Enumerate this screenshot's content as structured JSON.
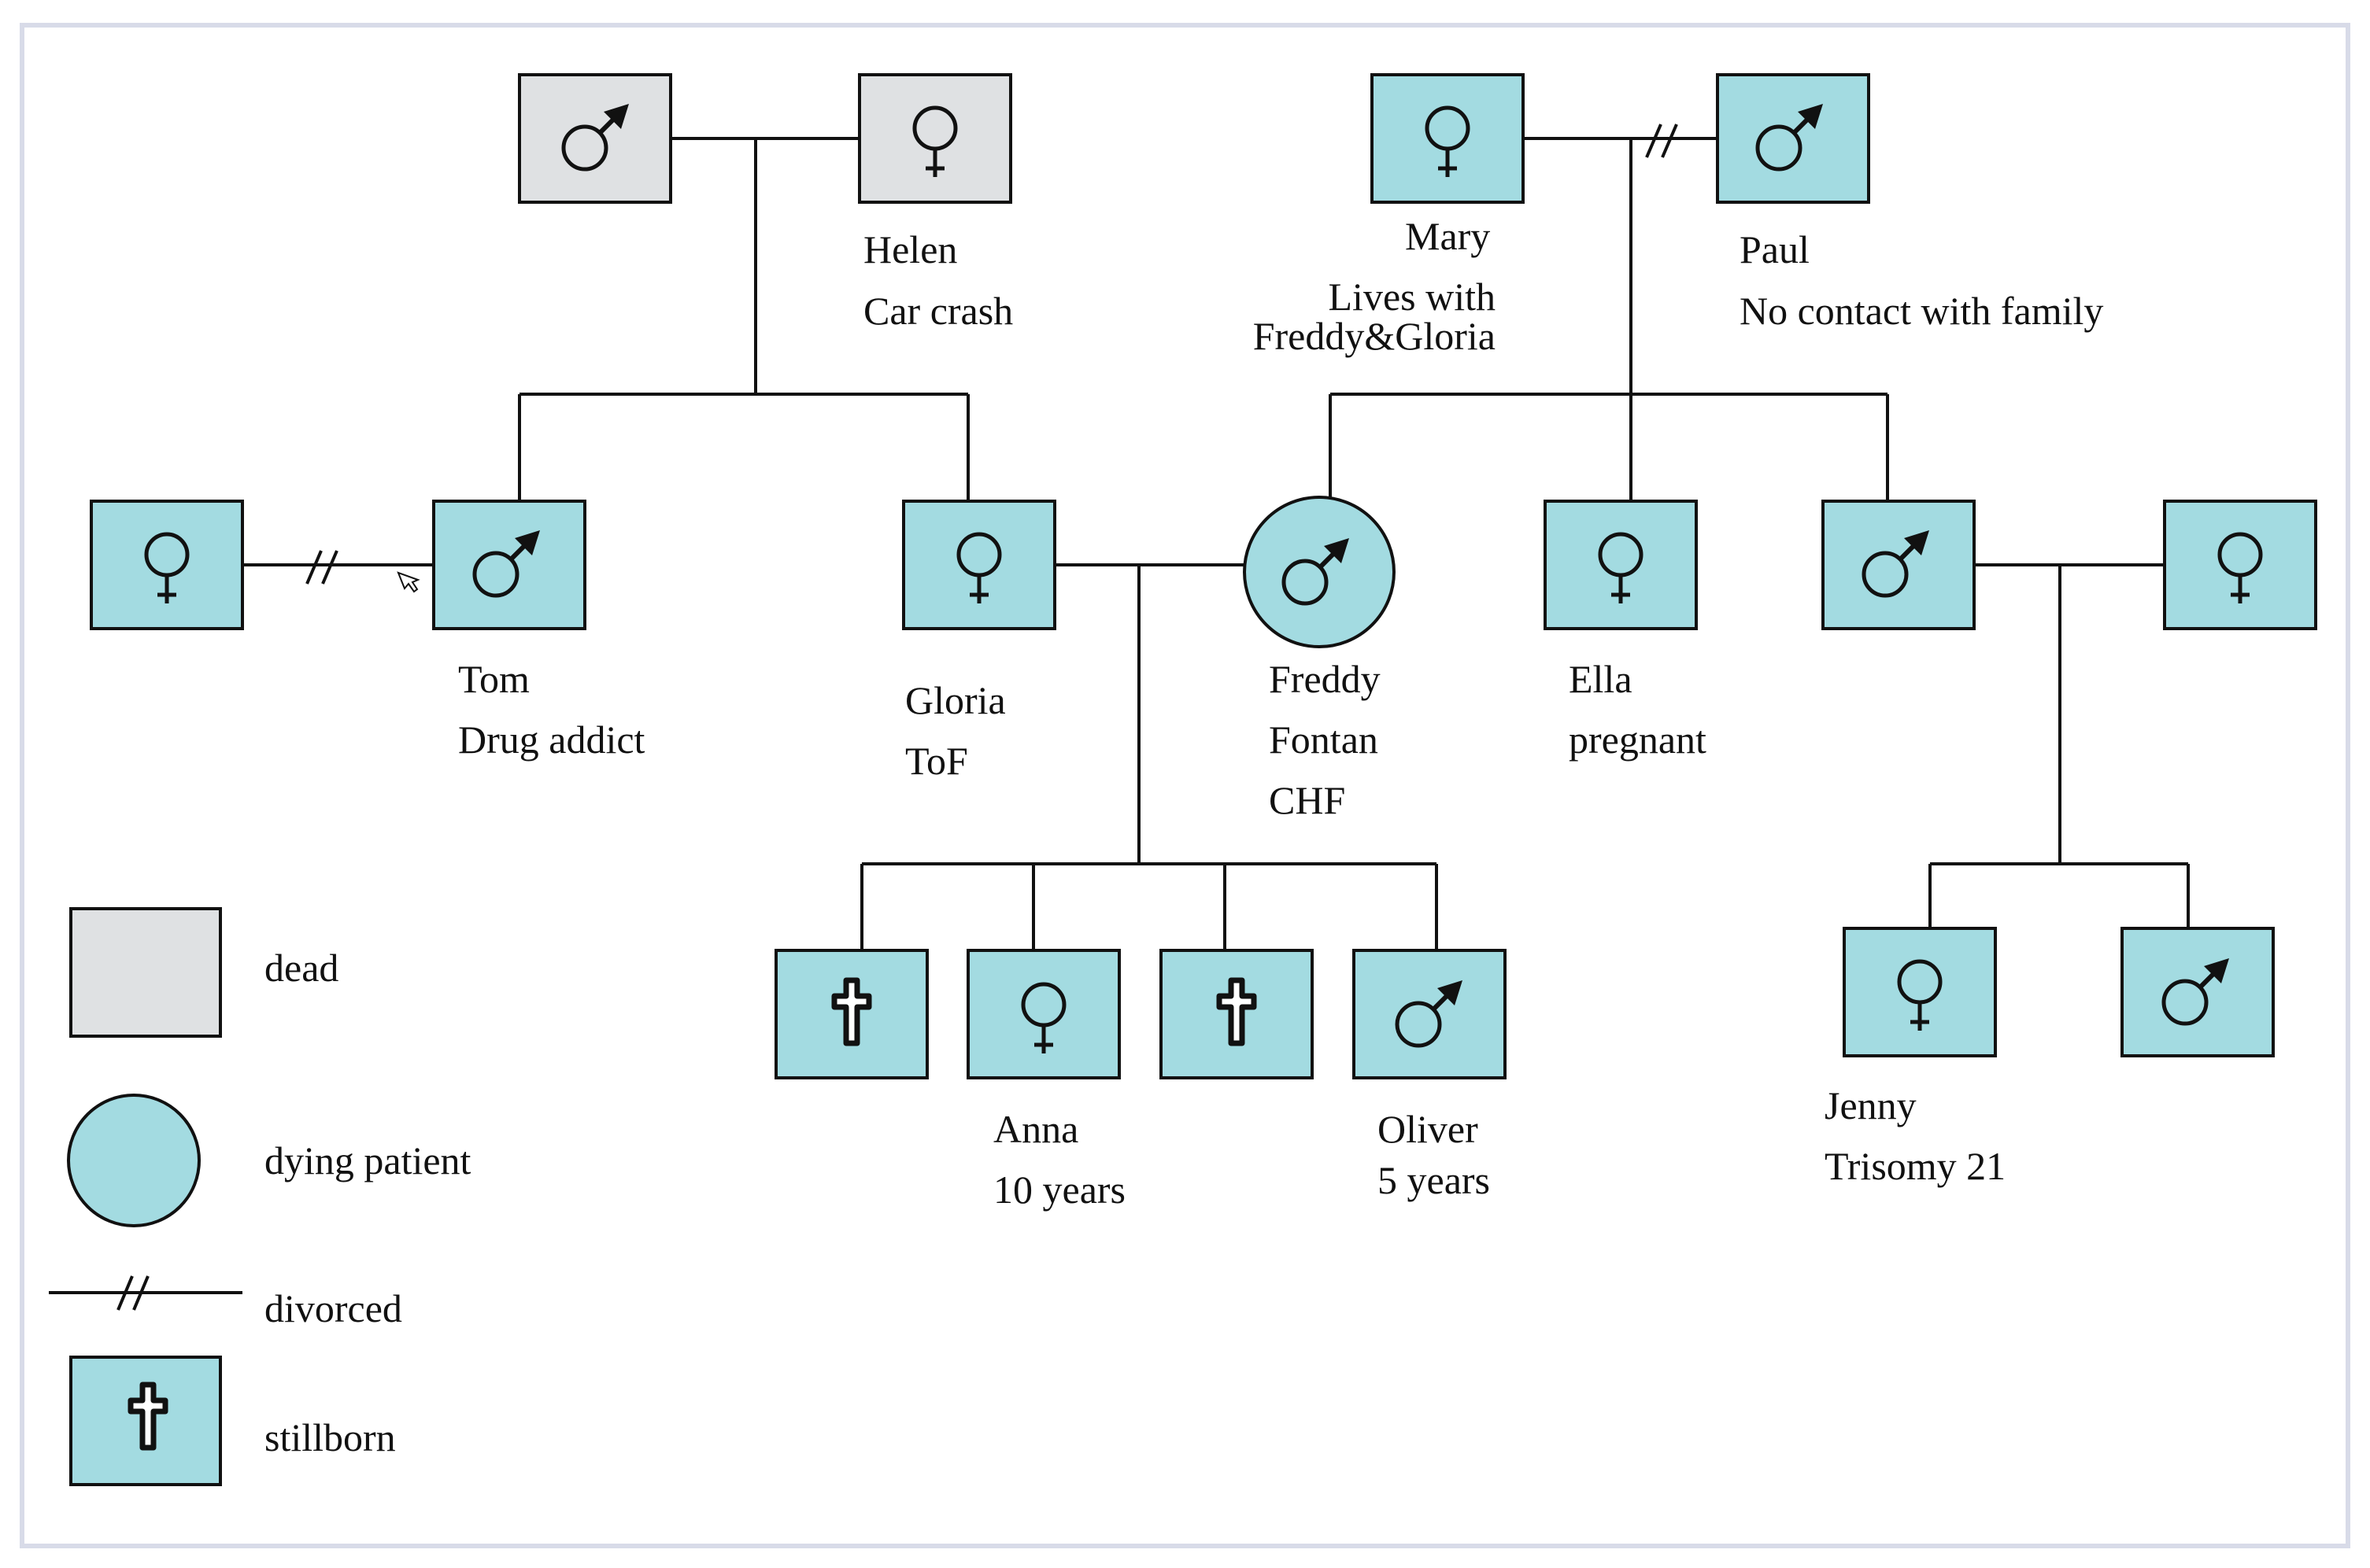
{
  "colors": {
    "frame": "#d8dbe8",
    "living_fill": "#a3dbe1",
    "dead_fill": "#dfe1e3",
    "stroke": "#111111"
  },
  "people": {
    "paternal_grandfather": {
      "sex": "male",
      "status": "dead"
    },
    "helen": {
      "sex": "female",
      "status": "dead",
      "name": "Helen",
      "note": "Car crash"
    },
    "mary": {
      "sex": "female",
      "status": "living",
      "name": "Mary",
      "note": "Lives with Freddy&Gloria"
    },
    "paul": {
      "sex": "male",
      "status": "living",
      "name": "Paul",
      "note": "No contact with family"
    },
    "tom_ex_wife": {
      "sex": "female",
      "status": "living"
    },
    "tom": {
      "sex": "male",
      "status": "living",
      "name": "Tom",
      "note": "Drug addict"
    },
    "gloria": {
      "sex": "female",
      "status": "living",
      "name": "Gloria",
      "note": "ToF"
    },
    "freddy": {
      "sex": "male",
      "status": "dying patient",
      "name": "Freddy",
      "note1": "Fontan",
      "note2": "CHF"
    },
    "ella": {
      "sex": "female",
      "status": "living",
      "name": "Ella",
      "note": "pregnant"
    },
    "brother": {
      "sex": "male",
      "status": "living"
    },
    "brother_wife": {
      "sex": "female",
      "status": "living"
    },
    "stillborn_1": {
      "status": "stillborn"
    },
    "anna": {
      "sex": "female",
      "status": "living",
      "name": "Anna",
      "note": "10 years"
    },
    "stillborn_2": {
      "status": "stillborn"
    },
    "oliver": {
      "sex": "male",
      "status": "living",
      "name": "Oliver",
      "note": "5 years"
    },
    "jenny": {
      "sex": "female",
      "status": "living",
      "name": "Jenny",
      "note": "Trisomy 21"
    },
    "nephew": {
      "sex": "male",
      "status": "living"
    }
  },
  "relationships": {
    "tom_ex_wife__tom": "divorced",
    "mary__paul": "divorced"
  },
  "legend": {
    "dead": "dead",
    "dying": "dying patient",
    "divorced": "divorced",
    "stillborn": "stillborn"
  }
}
